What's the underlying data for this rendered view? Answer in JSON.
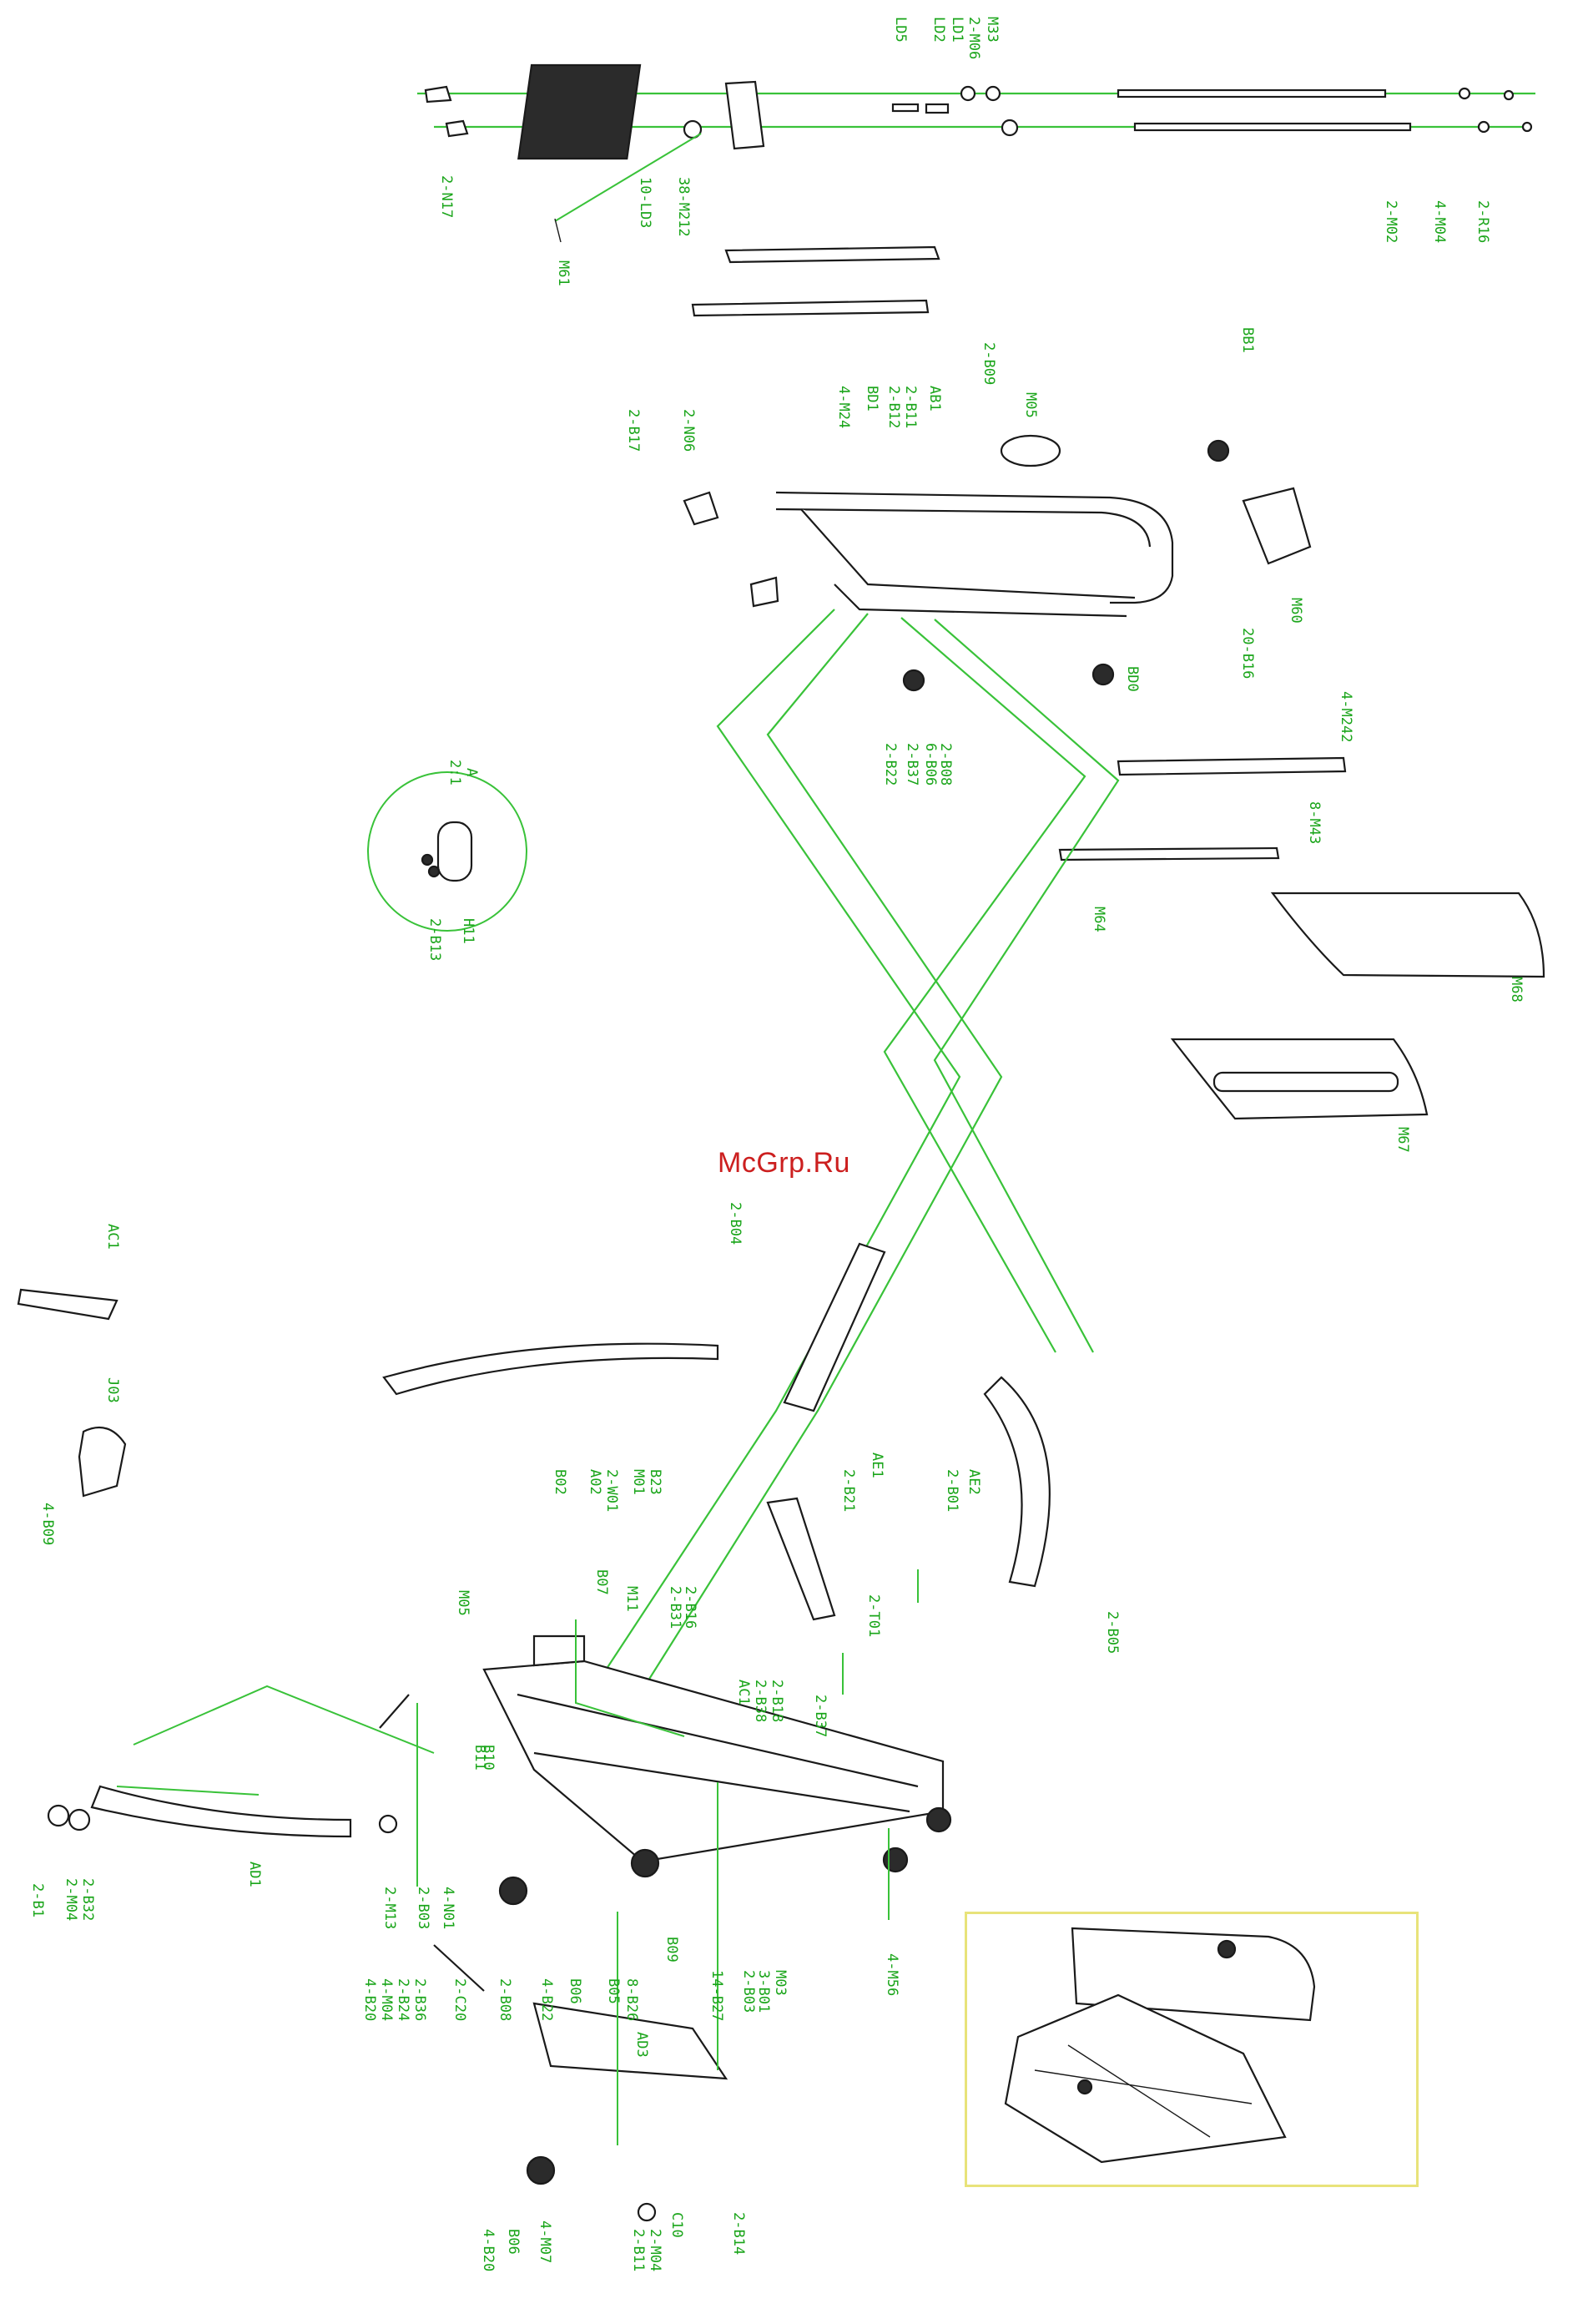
{
  "watermark": "McGrp.Ru",
  "detail": {
    "letter": "A",
    "scale": "2:1"
  },
  "labels": {
    "top": [
      "LD5",
      "LD2",
      "LD1",
      "2-M06",
      "M33",
      "2-N17",
      "10-LD3",
      "38-M212",
      "M61",
      "2-M02",
      "4-M04",
      "2-R16"
    ],
    "upper": [
      "2-B17",
      "2-N06",
      "4-M24",
      "BD1",
      "2-B12",
      "2-B11",
      "AB1",
      "2-B09",
      "M05",
      "BB1",
      "M60",
      "BD0",
      "2-B22",
      "6-B06",
      "2-B08",
      "2-B37",
      "20-B16",
      "4-M242",
      "8-M43",
      "M64"
    ],
    "mid": [
      "M68",
      "M67",
      "AC1",
      "J03",
      "4-B09",
      "2-B04",
      "B02",
      "A02",
      "2-W01",
      "M01",
      "B23",
      "2-B21",
      "AE1",
      "AE2",
      "2-B01",
      "2-B05",
      "M05",
      "B07",
      "M11",
      "2-B31",
      "2-B16",
      "2-T01",
      "B11",
      "H11",
      "2-B13"
    ],
    "bottom": [
      "AC1",
      "2-B38",
      "2-B18",
      "2-B37",
      "B10",
      "AD1",
      "2-M13",
      "2-B03",
      "4-N01",
      "2-B32",
      "2-M04",
      "2-B1",
      "2-B08",
      "4-B22",
      "B06",
      "8-B26",
      "B05",
      "B09",
      "14-B27",
      "3-B01",
      "2-B03",
      "M03",
      "4-M56",
      "4-B20",
      "4-M04",
      "2-B24",
      "2-B36",
      "2-C20",
      "AD3",
      "4-B20",
      "B06",
      "4-M07",
      "2-B11",
      "2-M04",
      "C10",
      "2-B14"
    ]
  }
}
